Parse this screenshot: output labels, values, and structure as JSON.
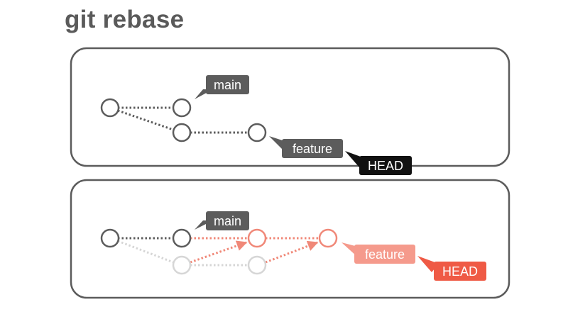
{
  "title": "git rebase",
  "colors": {
    "gray": "#5c5c5c",
    "faded": "#d6d6d6",
    "accent": "#f08878",
    "accent_light": "#f59a8c",
    "head": "#111111",
    "head_accent": "#ef5a45"
  },
  "before": {
    "main_label": "main",
    "feature_label": "feature",
    "head_label": "HEAD"
  },
  "after": {
    "main_label": "main",
    "feature_label": "feature",
    "head_label": "HEAD"
  }
}
